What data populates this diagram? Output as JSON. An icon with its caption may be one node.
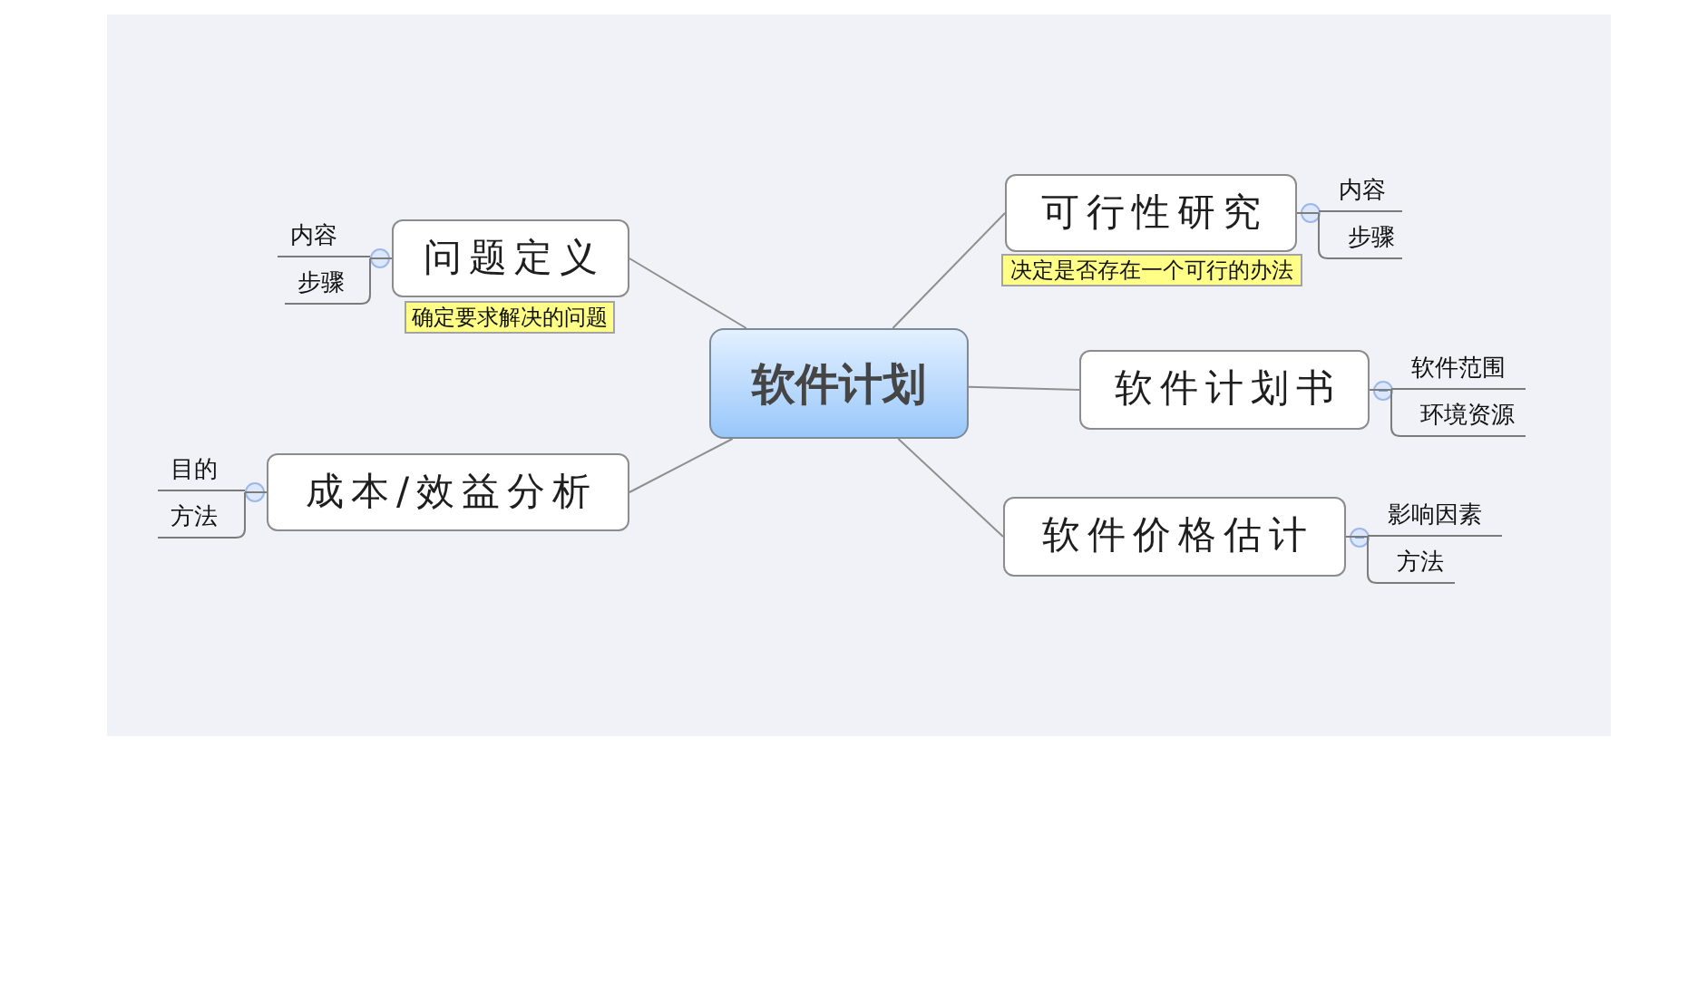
{
  "diagram": {
    "nodes": [
      {
        "text": [
          "软件计划"
        ]
      },
      {
        "text": [
          "问题定义"
        ],
        "beside": [
          "确定要求解决的问题"
        ]
      },
      {
        "text": [
          "内容"
        ]
      },
      {
        "text": [
          "步骤"
        ]
      },
      {
        "text": [
          "成本/效益分析"
        ]
      },
      {
        "text": [
          "目的"
        ]
      },
      {
        "text": [
          "方法"
        ]
      },
      {
        "text": [
          "可行性研究"
        ],
        "beside": [
          "决定是否存在一个可行的办法"
        ]
      },
      {
        "text": [
          "内容"
        ]
      },
      {
        "text": [
          "步骤"
        ]
      },
      {
        "text": [
          "软件计划书"
        ]
      },
      {
        "text": [
          "软件范围"
        ]
      },
      {
        "text": [
          "环境资源"
        ]
      },
      {
        "text": [
          "软件价格估计"
        ]
      },
      {
        "text": [
          "影响因素"
        ]
      },
      {
        "text": [
          "方法"
        ]
      }
    ],
    "edges": [
      {
        "from": 0,
        "to": 1,
        "arrow": "none"
      },
      {
        "from": 0,
        "to": 4,
        "arrow": "none"
      },
      {
        "from": 0,
        "to": 7,
        "arrow": "none"
      },
      {
        "from": 0,
        "to": 10,
        "arrow": "none"
      },
      {
        "from": 0,
        "to": 13,
        "arrow": "none"
      },
      {
        "from": 1,
        "to": 2,
        "arrow": "none"
      },
      {
        "from": 1,
        "to": 3,
        "arrow": "none"
      },
      {
        "from": 4,
        "to": 5,
        "arrow": "none"
      },
      {
        "from": 4,
        "to": 6,
        "arrow": "none"
      },
      {
        "from": 7,
        "to": 8,
        "arrow": "none"
      },
      {
        "from": 7,
        "to": 9,
        "arrow": "none"
      },
      {
        "from": 10,
        "to": 11,
        "arrow": "none"
      },
      {
        "from": 10,
        "to": 12,
        "arrow": "none"
      },
      {
        "from": 13,
        "to": 14,
        "arrow": "none"
      },
      {
        "from": 13,
        "to": 15,
        "arrow": "none"
      }
    ]
  }
}
